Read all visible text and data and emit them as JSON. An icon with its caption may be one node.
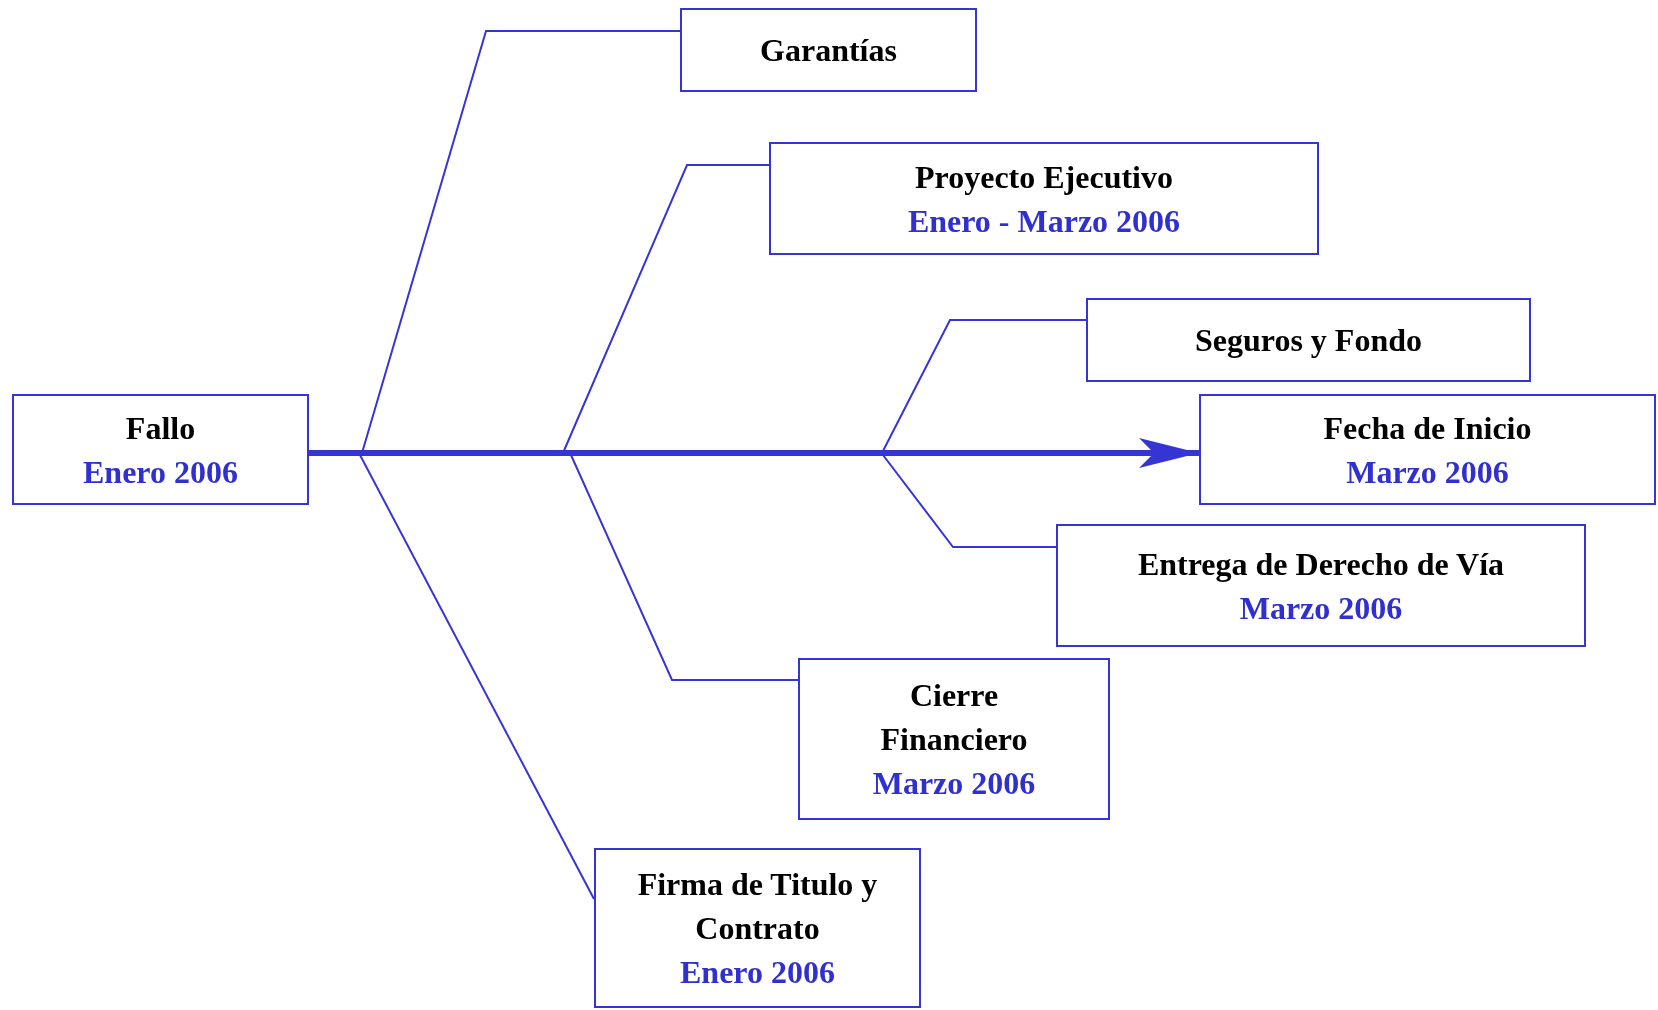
{
  "diagram": {
    "nodes": [
      {
        "text": [
          "Fallo",
          "Enero 2006"
        ]
      },
      {
        "text": [
          "Garantías"
        ]
      },
      {
        "text": [
          "Proyecto Ejecutivo",
          "Enero - Marzo 2006"
        ]
      },
      {
        "text": [
          "Seguros y Fondo"
        ]
      },
      {
        "text": [
          "Fecha de Inicio",
          "Marzo 2006"
        ]
      },
      {
        "text": [
          "Entrega de Derecho de Vía",
          "Marzo 2006"
        ]
      },
      {
        "text": [
          "Cierre Financiero",
          "Marzo 2006"
        ]
      },
      {
        "text": [
          "Firma de Titulo y Contrato",
          "Enero 2006"
        ]
      }
    ],
    "edges": [
      {
        "from": 0,
        "to": 4,
        "arrow": "to",
        "style": "thick"
      },
      {
        "from": null,
        "to": 1,
        "arrow": "none"
      },
      {
        "from": null,
        "to": 2,
        "arrow": "none"
      },
      {
        "from": null,
        "to": 3,
        "arrow": "none"
      },
      {
        "from": null,
        "to": 5,
        "arrow": "none"
      },
      {
        "from": null,
        "to": 6,
        "arrow": "none"
      },
      {
        "from": null,
        "to": 7,
        "arrow": "none"
      }
    ]
  }
}
